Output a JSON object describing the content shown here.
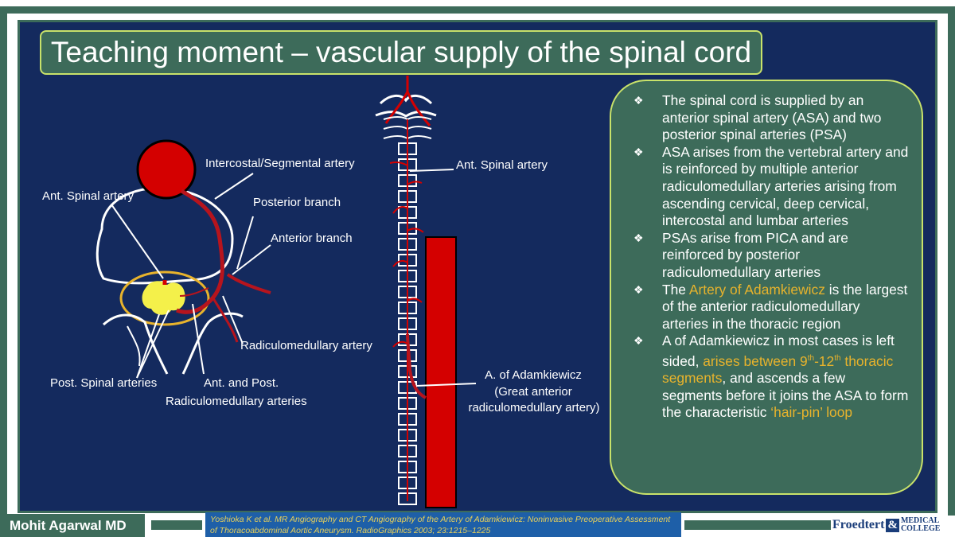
{
  "title": "Teaching moment – vascular supply of the spinal cord",
  "diagram": {
    "labels": {
      "intercostal": "Intercostal/Segmental artery",
      "ant_spinal_left": "Ant. Spinal artery",
      "posterior_branch": "Posterior branch",
      "anterior_branch": "Anterior branch",
      "radiculomedullary": "Radiculomedullary artery",
      "post_spinal": "Post. Spinal arteries",
      "ant_post_radic_1": "Ant. and Post.",
      "ant_post_radic_2": "Radiculomedullary arteries",
      "ant_spinal_right": "Ant. Spinal artery",
      "adamkiewicz_1": "A. of Adamkiewicz",
      "adamkiewicz_2": "(Great anterior",
      "adamkiewicz_3": "radiculomedullary artery)"
    }
  },
  "bullets": {
    "b1": "The spinal cord is supplied by an anterior spinal artery (ASA) and two posterior spinal arteries (PSA)",
    "b2": "ASA arises from the vertebral artery and is reinforced by multiple anterior radiculomedullary arteries arising from ascending cervical, deep cervical, intercostal and lumbar arteries",
    "b3": "PSAs arise from PICA and are reinforced by posterior radiculomedullary arteries",
    "b4_pre": "The ",
    "b4_hl": "Artery of Adamkiewicz",
    "b4_post": " is the largest of the anterior radiculomedullary arteries in the thoracic region",
    "b5_pre": "A of Adamkiewicz in most cases is left sided, ",
    "b5_hl1": "arises between 9",
    "b5_sup1": "th",
    "b5_hl2": "-12",
    "b5_sup2": "th",
    "b5_hl3": " thoracic segments",
    "b5_mid": ", and ascends a few segments before it joins the ASA to form the characteristic ",
    "b5_hl4": "‘hair-pin’ loop"
  },
  "footer": {
    "author": "Mohit Agarwal MD",
    "reference": "Yoshioka K et al. MR Angiography and CT Angiography of the Artery of Adamkiewicz: Noninvasive Preoperative Assessment of Thoracoabdominal Aortic Aneurysm. RadioGraphics 2003; 23:1215–1225",
    "logo_main": "Froedtert",
    "logo_amp": "&",
    "logo_mc1": "MEDICAL",
    "logo_mc2": "COLLEGE"
  },
  "colors": {
    "panel": "#142a5e",
    "green": "#3d6b5a",
    "border_lime": "#c9e26a",
    "artery_red": "#d40000",
    "highlight": "#e8b32c",
    "cord_yellow": "#f4f04a"
  }
}
